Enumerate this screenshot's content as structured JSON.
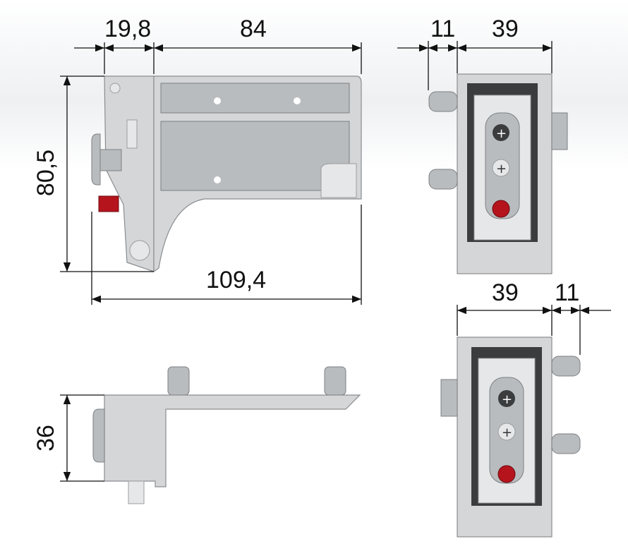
{
  "dimensions": {
    "top_width_left": "19,8",
    "top_width_main": "84",
    "side_offset_top": "11",
    "side_width_top": "39",
    "height": "80,5",
    "total_length": "109,4",
    "side_width_bottom": "39",
    "side_offset_bottom": "11",
    "bottom_height": "36"
  },
  "colors": {
    "part": "#d4d6d8",
    "accent_red": "#b5141c",
    "line": "#111111"
  }
}
